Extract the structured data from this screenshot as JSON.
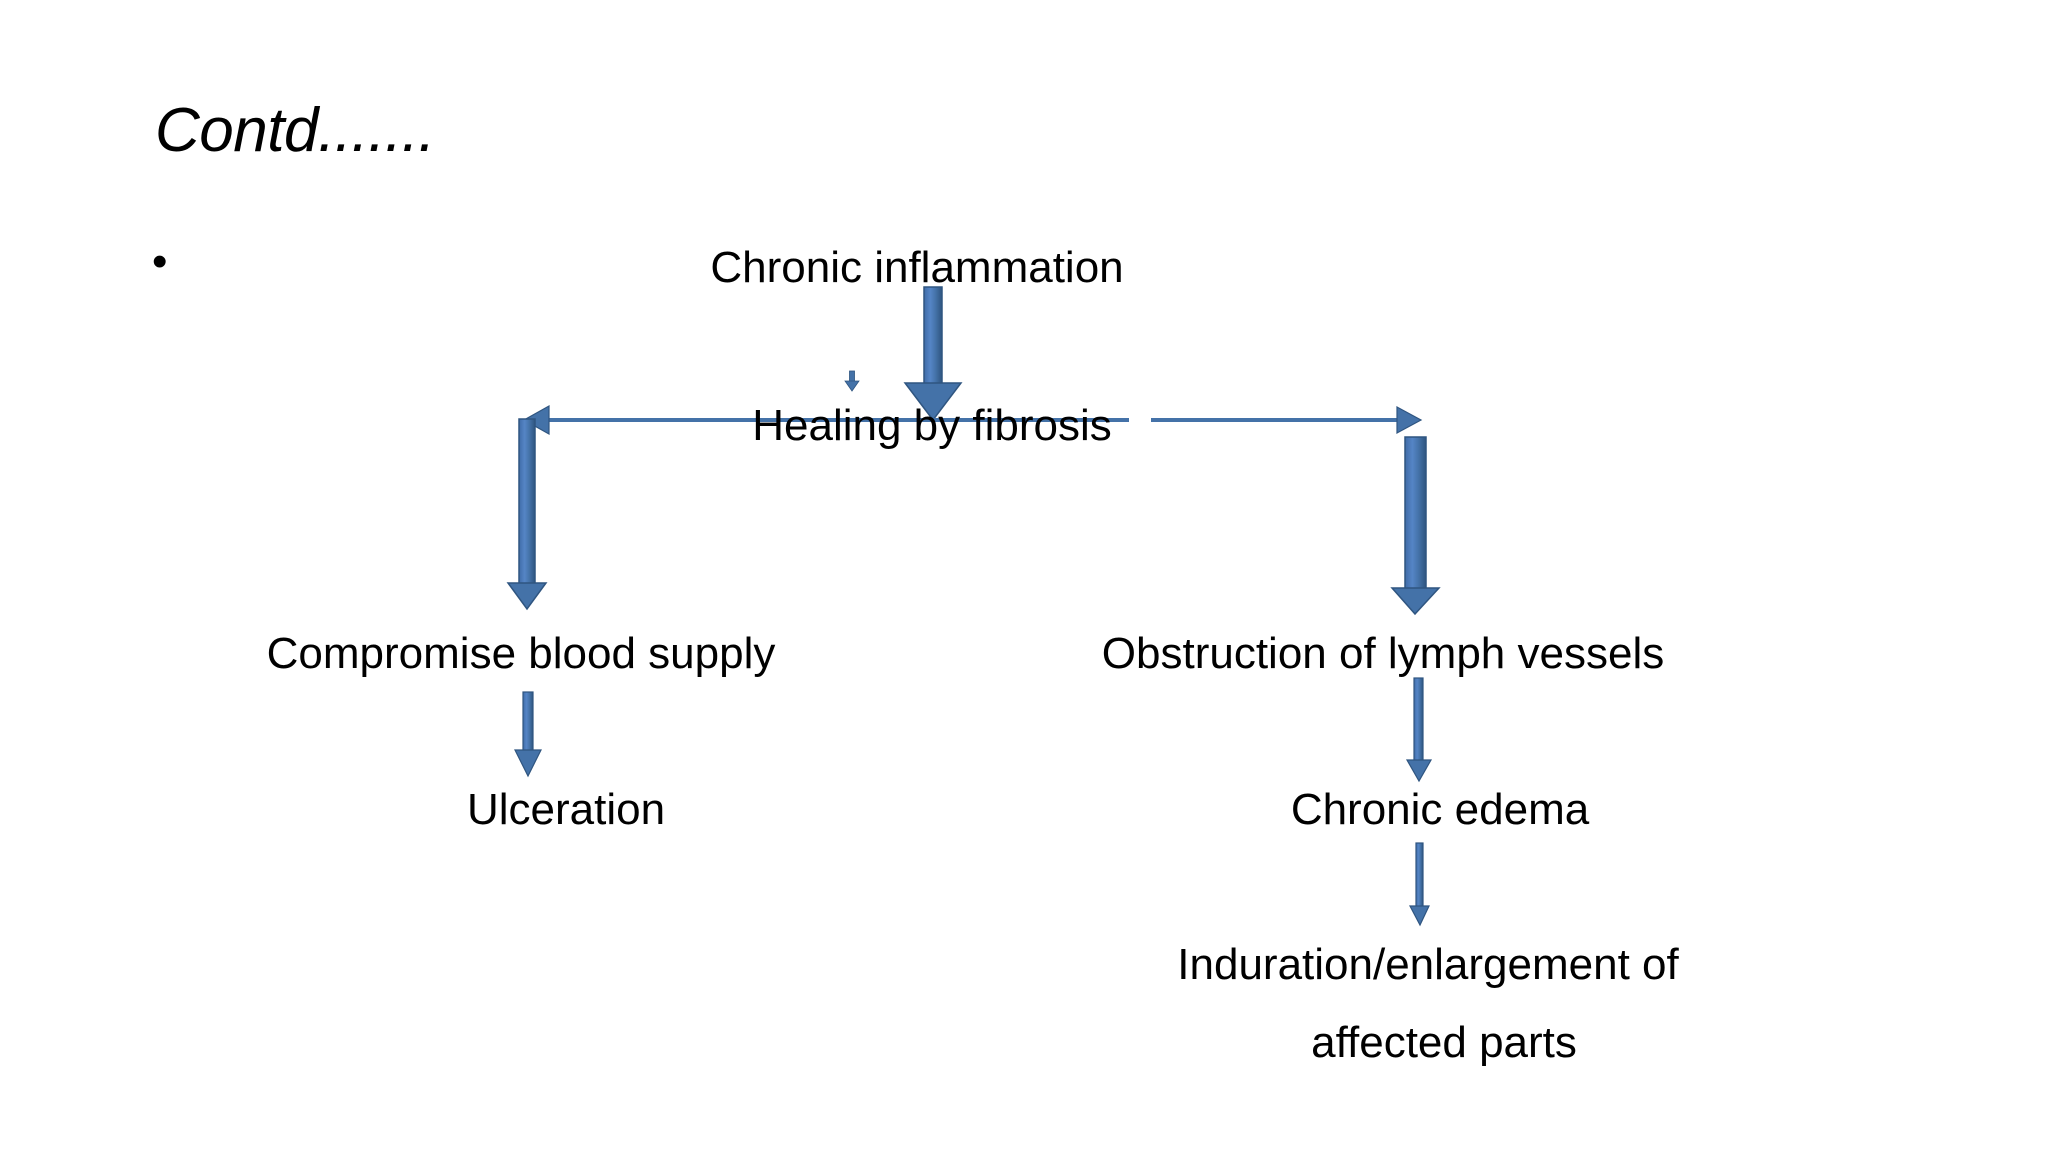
{
  "slide": {
    "title": "Contd.......",
    "background_color": "#FFFFFF",
    "text_color": "#000000",
    "arrow_color": "#4472A8",
    "bullet_glyph": "•"
  },
  "diagram": {
    "type": "flowchart",
    "nodes": [
      {
        "id": "chronic-inflammation",
        "label": "Chronic inflammation"
      },
      {
        "id": "healing-by-fibrosis",
        "label": "Healing by fibrosis"
      },
      {
        "id": "compromise-blood",
        "label": "Compromise blood supply"
      },
      {
        "id": "obstruction-lymph",
        "label": "Obstruction of lymph vessels"
      },
      {
        "id": "ulceration",
        "label": "Ulceration"
      },
      {
        "id": "chronic-edema",
        "label": "Chronic edema"
      },
      {
        "id": "induration-line1",
        "label": "Induration/enlargement of"
      },
      {
        "id": "induration-line2",
        "label": "affected parts"
      }
    ],
    "edges": [
      {
        "from": "chronic-inflammation",
        "to": "healing-by-fibrosis",
        "direction": "down"
      },
      {
        "from": "healing-by-fibrosis",
        "to": "compromise-blood",
        "direction": "left-then-down"
      },
      {
        "from": "healing-by-fibrosis",
        "to": "obstruction-lymph",
        "direction": "right-then-down"
      },
      {
        "from": "compromise-blood",
        "to": "ulceration",
        "direction": "down"
      },
      {
        "from": "obstruction-lymph",
        "to": "chronic-edema",
        "direction": "down"
      },
      {
        "from": "chronic-edema",
        "to": "induration-line1",
        "direction": "down"
      }
    ]
  }
}
